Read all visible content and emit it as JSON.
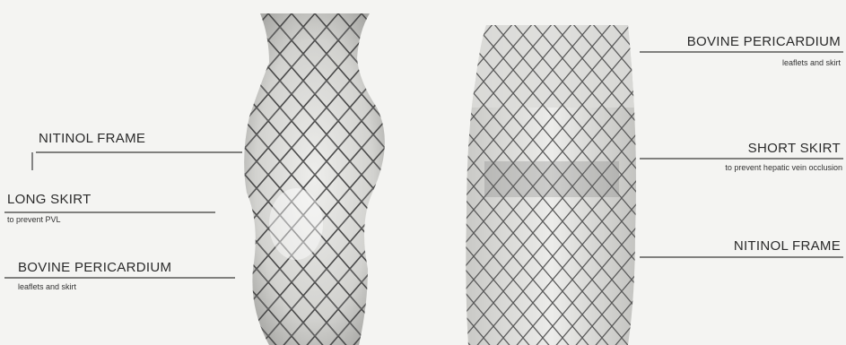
{
  "left_stent": {
    "labels": [
      {
        "title": "NITINOL FRAME",
        "subtitle": ""
      },
      {
        "title": "LONG SKIRT",
        "subtitle": "to prevent PVL"
      },
      {
        "title": "BOVINE PERICARDIUM",
        "subtitle": "leaflets and skirt"
      }
    ]
  },
  "right_stent": {
    "labels": [
      {
        "title": "BOVINE PERICARDIUM",
        "subtitle": "leaflets and skirt"
      },
      {
        "title": "SHORT SKIRT",
        "subtitle": "to prevent hepatic vein occlusion"
      },
      {
        "title": "NITINOL FRAME",
        "subtitle": ""
      }
    ]
  },
  "colors": {
    "frame_strut": "#4a4a4a",
    "skirt": "#d9d9d6",
    "leaflet": "#e6e6e3",
    "background": "#f4f4f2"
  }
}
